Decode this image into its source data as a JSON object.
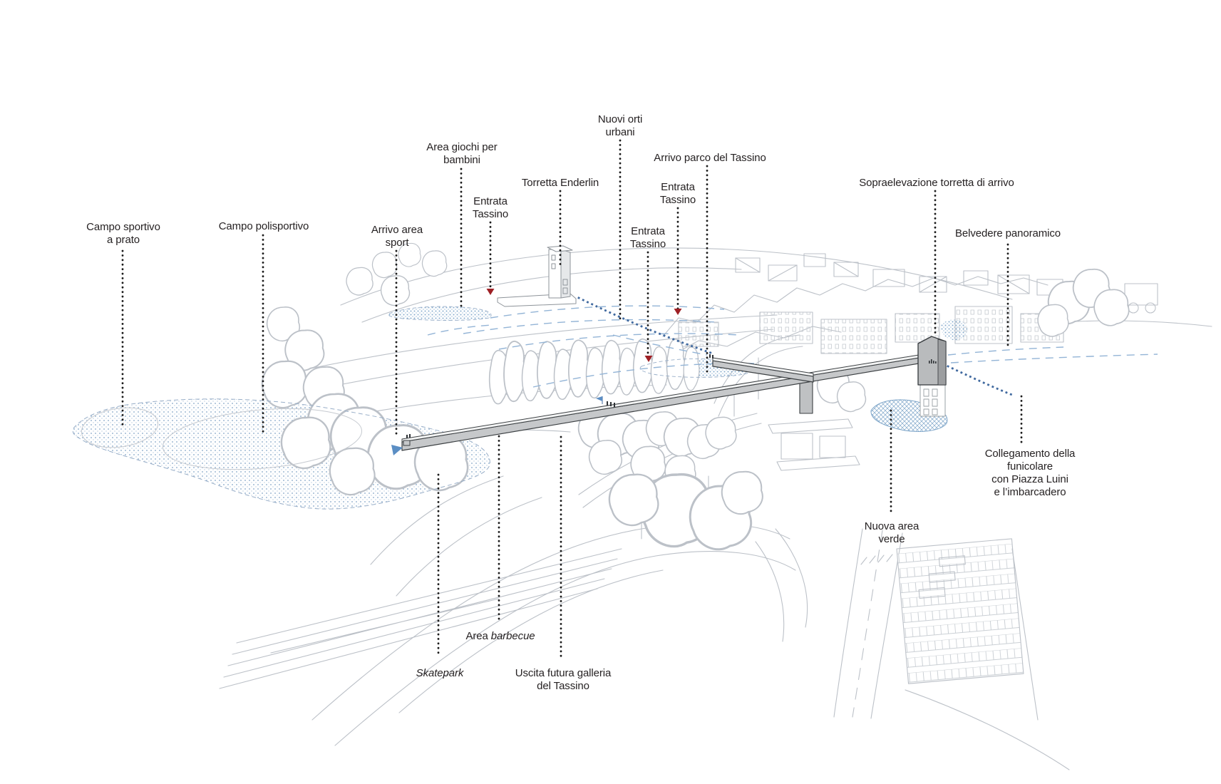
{
  "diagram": {
    "type": "annotated-axonometric-site-plan",
    "language": "Italian",
    "colors": {
      "background": "#ffffff",
      "text": "#262223",
      "line_art_gray": "#bcc1c8",
      "leader_dot_black": "#1c1c1c",
      "red_arrow": "#9e2025",
      "blue_route_dots": "#40699f",
      "blue_dashed_path": "#93b4d6",
      "stipple_blue": "#9fb9d4",
      "bridge_gray": "#c6c8ca",
      "bridge_outline": "#3c4043"
    }
  },
  "labels": [
    {
      "id": "campo-sportivo-a-prato",
      "lines": [
        "Campo sportivo",
        "a prato"
      ]
    },
    {
      "id": "campo-polisportivo",
      "lines": [
        "Campo polisportivo"
      ]
    },
    {
      "id": "arrivo-area-sport",
      "lines": [
        "Arrivo area",
        "sport"
      ]
    },
    {
      "id": "area-giochi-per-bambini",
      "lines": [
        "Area giochi per",
        "bambini"
      ]
    },
    {
      "id": "entrata-tassino-1",
      "lines": [
        "Entrata",
        "Tassino"
      ]
    },
    {
      "id": "torretta-enderlin",
      "lines": [
        "Torretta Enderlin"
      ]
    },
    {
      "id": "nuovi-orti-urbani",
      "lines": [
        "Nuovi orti",
        "urbani"
      ]
    },
    {
      "id": "entrata-tassino-2",
      "lines": [
        "Entrata",
        "Tassino"
      ]
    },
    {
      "id": "arrivo-parco-del-tassino",
      "lines": [
        "Arrivo parco del Tassino"
      ]
    },
    {
      "id": "entrata-tassino-3",
      "lines": [
        "Entrata",
        "Tassino"
      ]
    },
    {
      "id": "sopraelevazione-torretta-di-arrivo",
      "lines": [
        "Sopraelevazione torretta di arrivo"
      ]
    },
    {
      "id": "belvedere-panoramico",
      "lines": [
        "Belvedere panoramico"
      ]
    },
    {
      "id": "collegamento-funicolare",
      "lines": [
        "Collegamento della",
        "funicolare",
        "con Piazza Luini",
        "e l’imbarcadero"
      ]
    },
    {
      "id": "nuova-area-verde",
      "lines": [
        "Nuova area",
        "verde"
      ]
    },
    {
      "id": "area-barbecue",
      "prefix": "Area ",
      "italic": "barbecue"
    },
    {
      "id": "skatepark",
      "italic": "Skatepark"
    },
    {
      "id": "uscita-futura-galleria",
      "lines": [
        "Uscita futura galleria",
        "del Tassino"
      ]
    }
  ]
}
